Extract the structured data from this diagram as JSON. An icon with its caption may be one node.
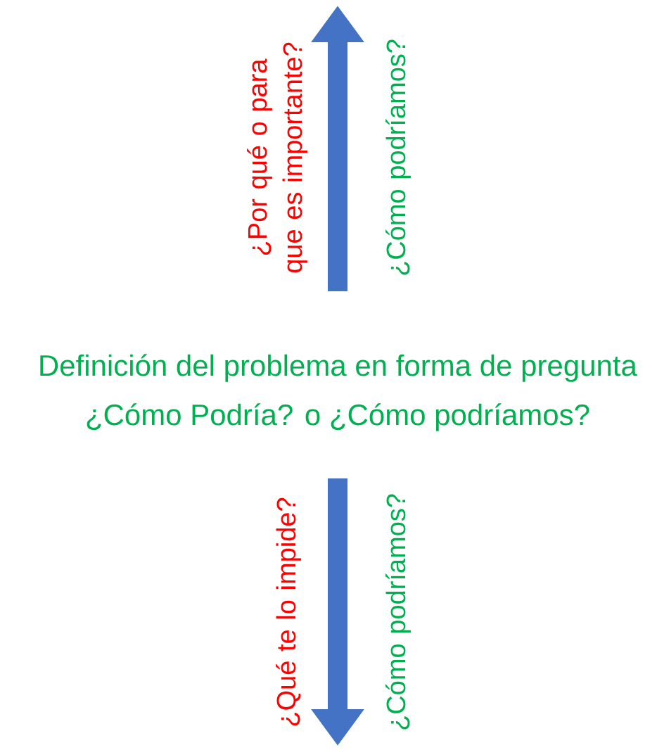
{
  "diagram": {
    "nodes": [
      {
        "text": [
          "Definición del problema en forma de pregunta",
          "¿Cómo Podría? o ¿Cómo podríamos?"
        ]
      }
    ],
    "labels": [
      "¿Por qué o para que es importante?",
      "¿Cómo podríamos?",
      "¿Qué te lo impide?",
      "¿Cómo podríamos?"
    ]
  }
}
